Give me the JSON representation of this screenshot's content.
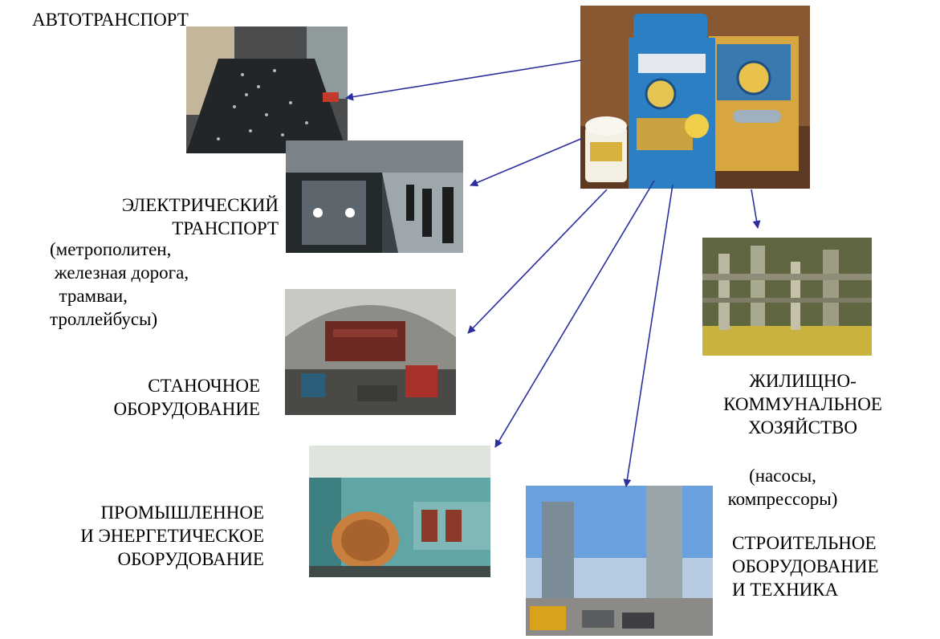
{
  "labels": {
    "auto": "АВТОТРАНСПОРТ",
    "electric_title": "ЭЛЕКТРИЧЕСКИЙ\nТРАНСПОРТ",
    "electric_sub": "(метрополитен,\n железная дорога,\n  трамваи,\nтроллейбусы)",
    "machine_tools": "СТАНОЧНОЕ\nОБОРУДОВАНИЕ",
    "industrial": "ПРОМЫШЛЕННОЕ\nИ ЭНЕРГЕТИЧЕСКОЕ\nОБОРУДОВАНИЕ",
    "housing_title": "ЖИЛИЩНО-\nКОММУНАЛЬНОЕ\nХОЗЯЙСТВО",
    "housing_sub": "(насосы,\nкомпрессоры)",
    "construction": "СТРОИТЕЛЬНОЕ\nОБОРУДОВАНИЕ\nИ ТЕХНИКА"
  },
  "colors": {
    "arrow": "#2b2f9e"
  }
}
